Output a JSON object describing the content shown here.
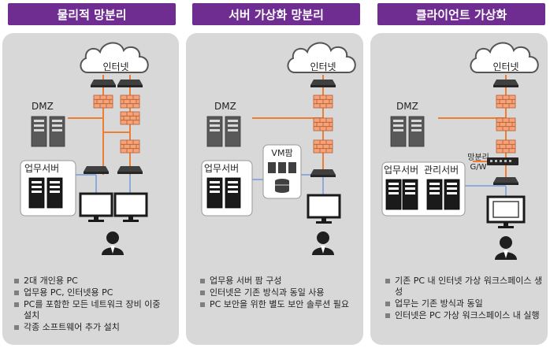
{
  "headers": {
    "physical": "물리적 망분리",
    "server": "서버 가상화 망분리",
    "client": "클라이언트 가상화"
  },
  "labels": {
    "internet": "인터넷",
    "dmz": "DMZ",
    "work_server": "업무서버",
    "vm_farm": "VM팜",
    "mgmt_server": "관리서버",
    "gateway_line1": "망분리",
    "gateway_line2": "G/W"
  },
  "bullets": {
    "physical": [
      "2대 개인용 PC",
      "업무용 PC, 인터넷용 PC",
      "PC를 포함한 모든 네트워크 장비 이중 설치",
      "각종 소프트웨어 추가 설치"
    ],
    "server": [
      "업무용 서버 팜 구성",
      "인터넷은 기존 방식과 동일 사용",
      "PC 보안을 위한 별도 보안 솔루션 필요"
    ],
    "client": [
      "기존 PC 내 인터넷 가상 워크스페이스 생성",
      "업무는 기존 방식과 동일",
      "인터넷은 PC 가상 워크스페이스 내 실행"
    ]
  },
  "colors": {
    "header": "#6f2c91",
    "panel": "#d8d8d8",
    "firewall": "#f4a37a",
    "link_orange": "#ed7d31",
    "link_blue": "#8eaadb",
    "server_gray": "#595959",
    "server_dark": "#1a1a1a"
  }
}
